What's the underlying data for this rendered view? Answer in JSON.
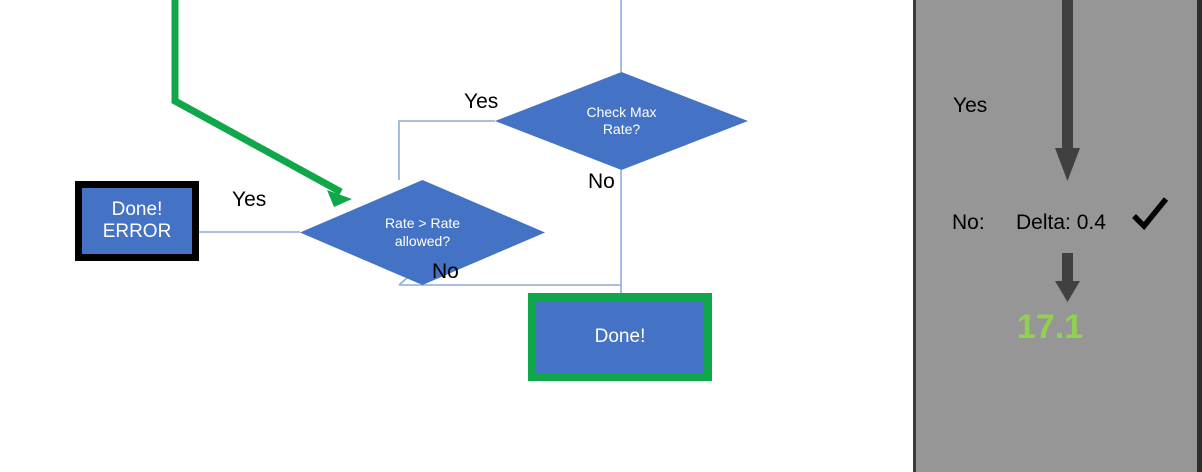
{
  "flowchart": {
    "nodes": [
      {
        "id": "done-error",
        "type": "process",
        "label": "Done!\nERROR",
        "line1": "Done!",
        "line2": "ERROR",
        "fill": "#4472c4",
        "border": "#000000"
      },
      {
        "id": "rate-check",
        "type": "decision",
        "label": "Rate > Rate allowed?",
        "line1": "Rate > Rate",
        "line2": "allowed?",
        "fill": "#4472c4"
      },
      {
        "id": "max-rate",
        "type": "decision",
        "label": "Check Max Rate?",
        "line1": "Check Max",
        "line2": "Rate?",
        "fill": "#4472c4"
      },
      {
        "id": "done",
        "type": "process",
        "label": "Done!",
        "line1": "Done!",
        "fill": "#4472c4",
        "border": "#10a64a"
      }
    ],
    "edge_labels": {
      "yes_to_done_error": "Yes",
      "yes_to_rate_check": "Yes",
      "no_from_max_rate": "No",
      "no_from_rate_check": "No"
    },
    "highlight_arrow_color": "#10a64a",
    "connector_color": "#8faadc"
  },
  "right_panel": {
    "background": "#969696",
    "yes_label": "Yes",
    "no_label": "No:",
    "delta_label": "Delta: 0.4",
    "check_mark": "✔",
    "result_value": "17.1",
    "result_color": "#92d050",
    "arrow_color": "#404040"
  }
}
